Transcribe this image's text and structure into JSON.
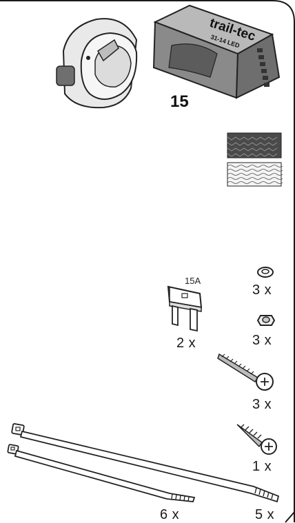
{
  "module": {
    "brand": "trail-tec",
    "model": "31-14 LED",
    "part_number": "15"
  },
  "fuse": {
    "rating": "15A",
    "quantity": "2 x"
  },
  "washer": {
    "quantity": "3 x"
  },
  "nut": {
    "quantity": "3 x"
  },
  "bolt": {
    "quantity": "3 x"
  },
  "screw": {
    "quantity": "1 x"
  },
  "cable_tie_small": {
    "quantity": "6 x"
  },
  "cable_tie_large": {
    "quantity": "5 x"
  },
  "colors": {
    "ink": "#1a1a1a",
    "module_body": "#8a8a8a",
    "module_top": "#b9b9b9",
    "socket_body": "#cfcfcf"
  }
}
